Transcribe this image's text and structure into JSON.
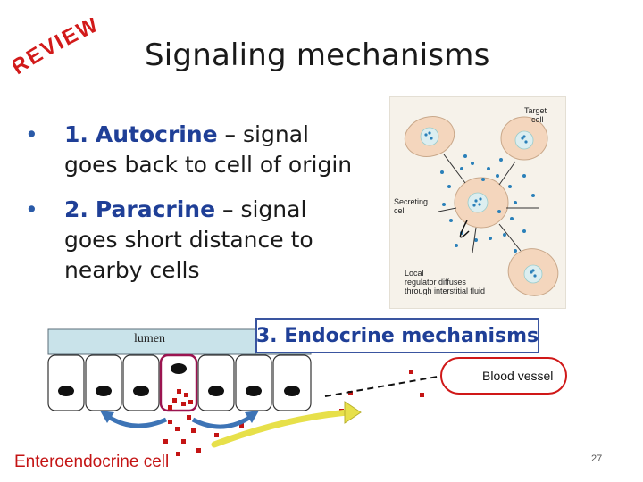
{
  "logo": {
    "text": "REVIEW",
    "color": "#d21a1a"
  },
  "slide": {
    "title": "Signaling mechanisms",
    "page_number": "27"
  },
  "bullets": [
    {
      "number": "1.",
      "term": "Autocrine",
      "rest": " – signal goes back to cell of origin"
    },
    {
      "number": "2.",
      "term": "Paracrine",
      "rest": " – signal goes short distance to nearby cells"
    }
  ],
  "figure": {
    "target_label": "Target cell",
    "secreting_label": "Secreting cell",
    "caption": "Local regulator diffuses through interstitial fluid"
  },
  "diagram": {
    "endocrine_label": "3. Endocrine mechanisms",
    "lumen_label": "lumen",
    "blood_vessel_label": "Blood vessel",
    "entero_label": "Enteroendocrine cell"
  },
  "colors": {
    "accent_blue": "#1f3f97",
    "signal_red": "#c41414",
    "lumen_fill": "#c9e3ea",
    "cell_fill": "#f4d6bd"
  }
}
